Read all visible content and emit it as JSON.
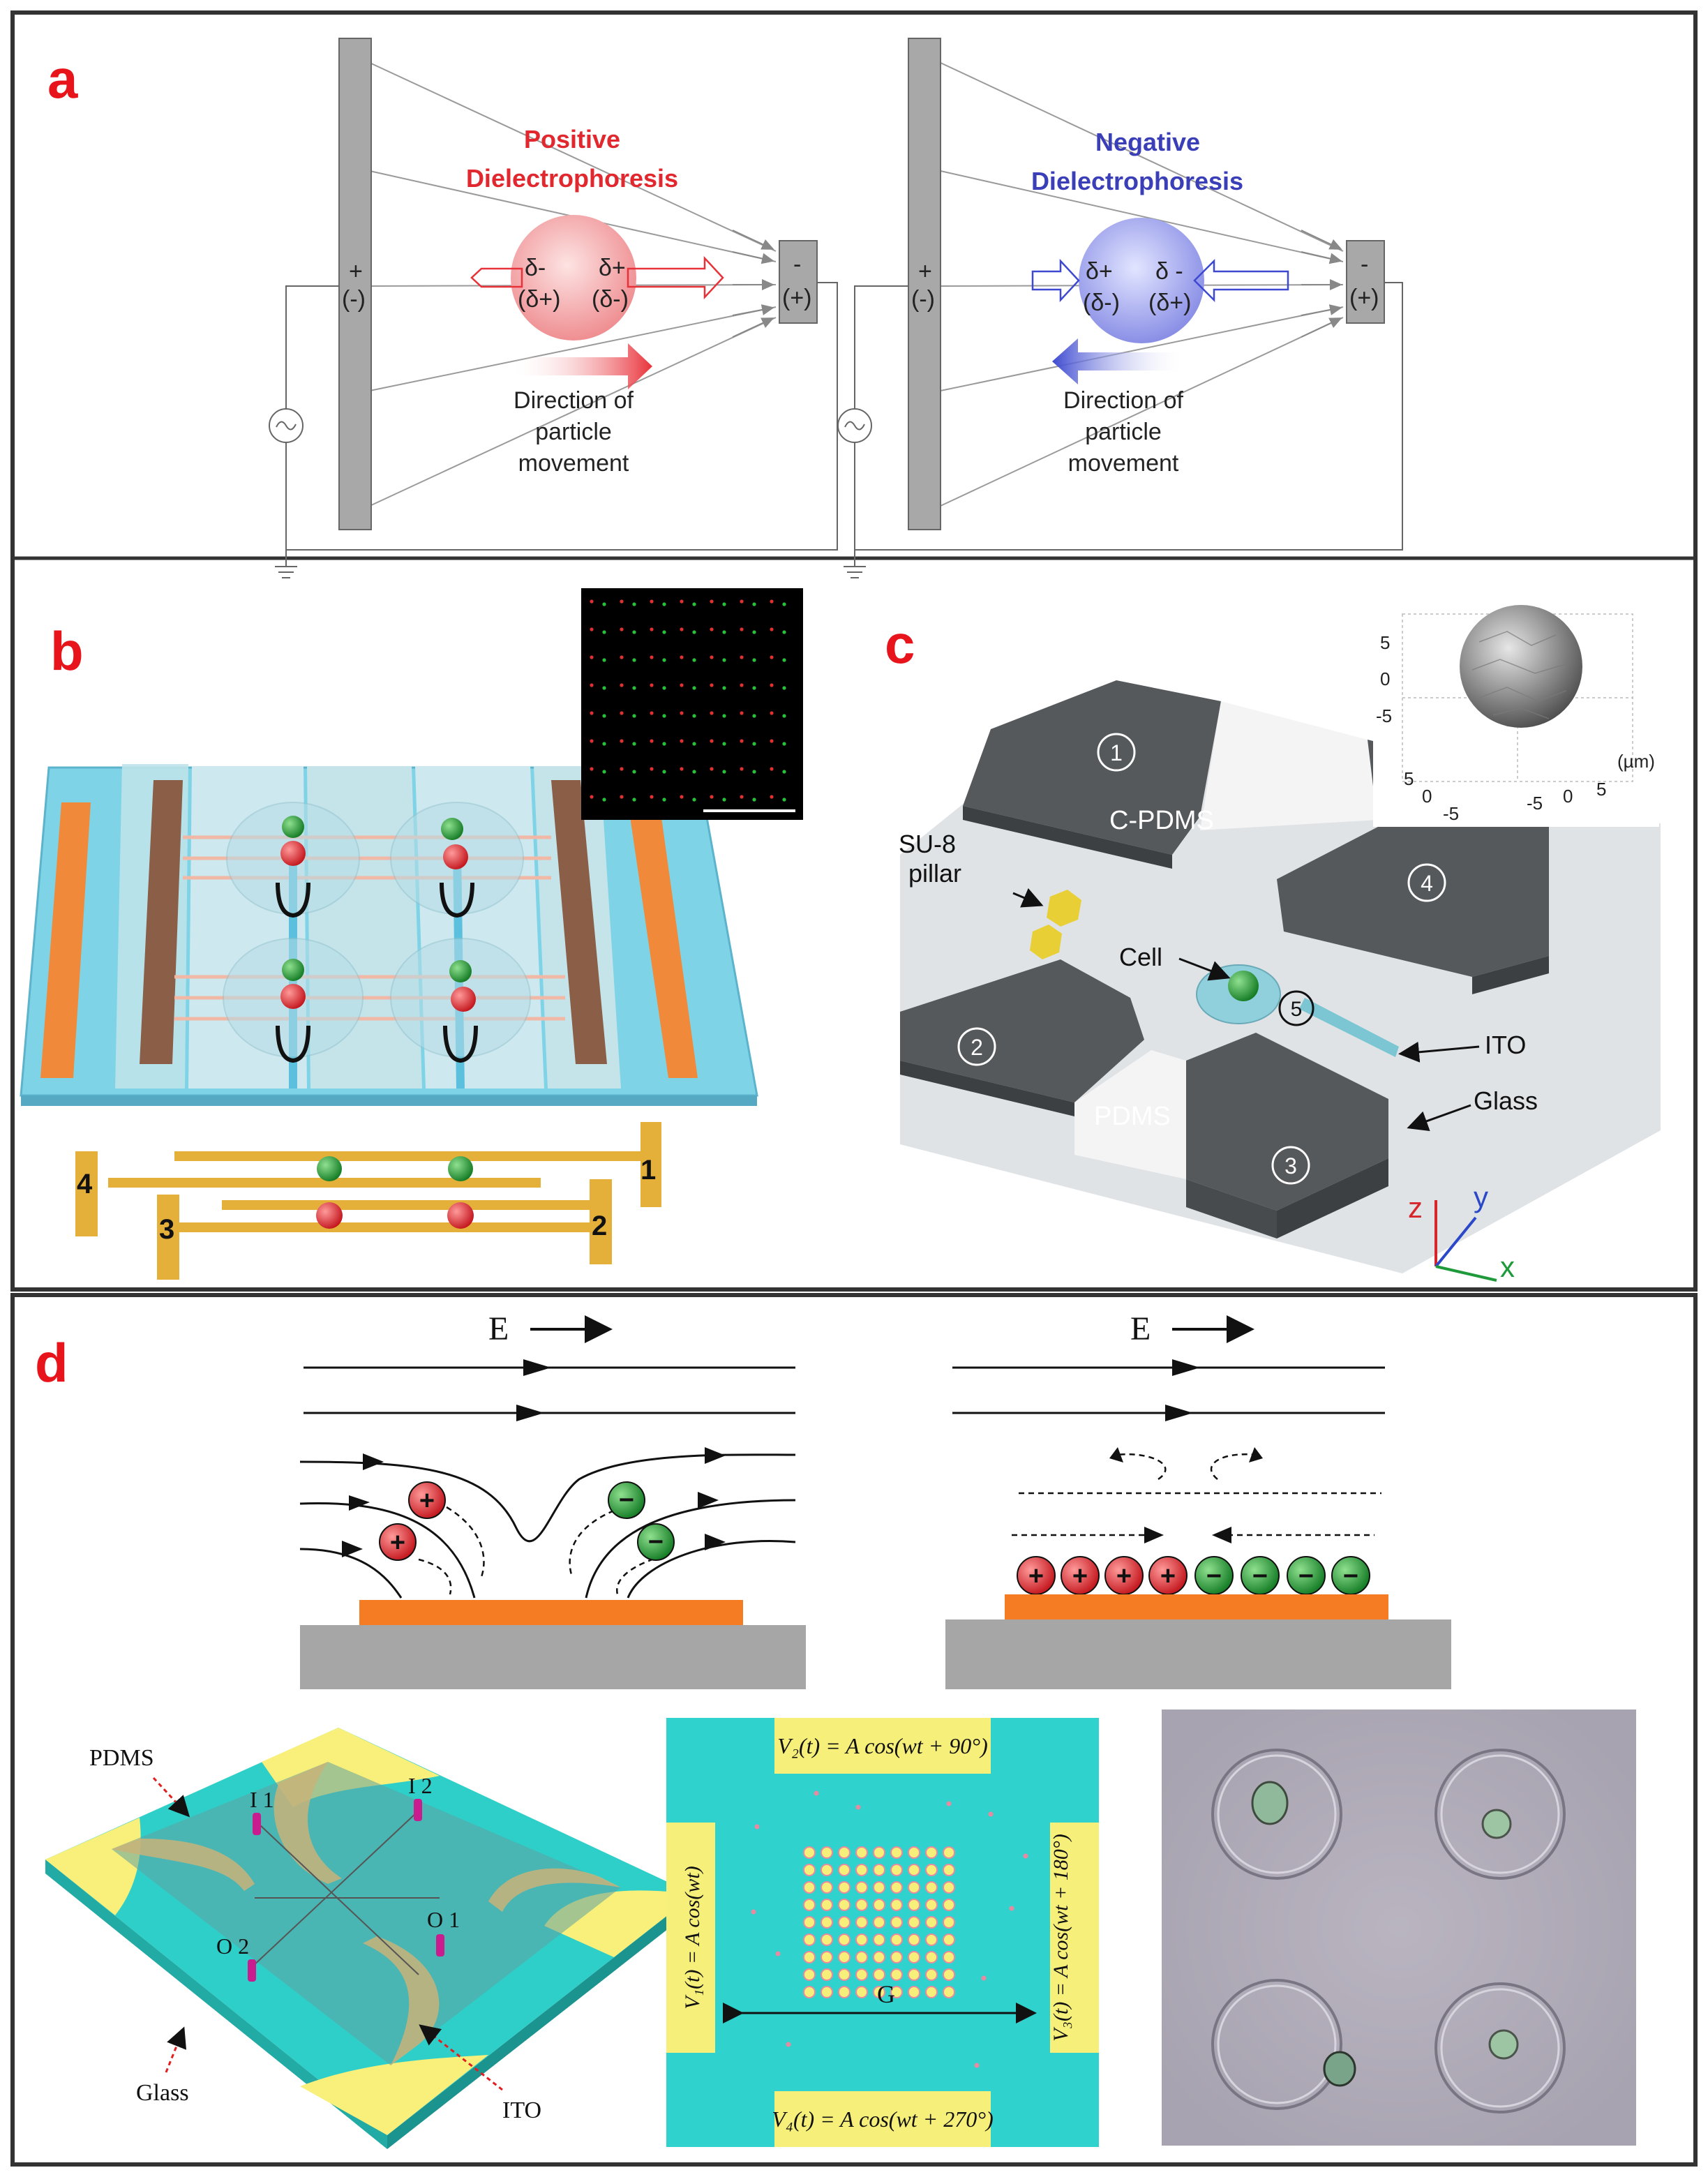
{
  "panels": {
    "a": {
      "letter": "a",
      "left": {
        "title_line1": "Positive",
        "title_line2": "Dielectrophoresis",
        "title_color": "#e0282e",
        "electrode_big": "+",
        "electrode_big_sub": "(-)",
        "electrode_small": "-",
        "electrode_small_sub": "(+)",
        "particle_left": "δ-",
        "particle_left_sub": "(δ+)",
        "particle_right": "δ+",
        "particle_right_sub": "(δ-)",
        "caption": [
          "Direction of",
          "particle",
          "movement"
        ]
      },
      "right": {
        "title_line1": "Negative",
        "title_line2": "Dielectrophoresis",
        "title_color": "#3a3fb8",
        "electrode_big": "+",
        "electrode_big_sub": "(-)",
        "electrode_small": "-",
        "electrode_small_sub": "(+)",
        "particle_left": "δ+",
        "particle_left_sub": "(δ-)",
        "particle_right": "δ -",
        "particle_right_sub": "(δ+)",
        "caption": [
          "Direction of",
          "particle",
          "movement"
        ]
      }
    },
    "b": {
      "letter": "b",
      "electrode_labels": [
        "1",
        "2",
        "3",
        "4"
      ]
    },
    "c": {
      "letter": "c",
      "labels": {
        "cpdms": "C-PDMS",
        "su8_line1": "SU-8",
        "su8_line2": "pillar",
        "cell": "Cell",
        "ito": "ITO",
        "glass": "Glass",
        "pdms": "PDMS",
        "axis_z": "z",
        "axis_y": "y",
        "axis_x": "x",
        "unit": "(µm)"
      },
      "numbers": [
        "1",
        "2",
        "3",
        "4",
        "5"
      ],
      "inset_ticks_z": [
        "5",
        "0",
        "-5"
      ],
      "inset_ticks_a": [
        "5",
        "0",
        "-5"
      ],
      "inset_ticks_b": [
        "-5",
        "0",
        "5"
      ]
    },
    "d": {
      "letter": "d",
      "field_label": "E",
      "plus": "+",
      "minus": "−",
      "chip": {
        "pdms": "PDMS",
        "glass": "Glass",
        "ito": "ITO",
        "i1": "I 1",
        "i2": "I 2",
        "o1": "O 1",
        "o2": "O 2"
      },
      "voltages": {
        "v2": "V₂(t) = A cos(wt + 90°)",
        "v1": "V₁(t) = A cos(wt)",
        "v3": "V₃(t) = A cos(wt + 180°)",
        "v4": "V₄(t) = A cos(wt + 270°)",
        "gap": "G"
      }
    }
  },
  "colors": {
    "letter": "#e8141b",
    "electrode_orange": "#f08a3a",
    "electrode_brown": "#8b5e48",
    "gold": "#e5b03a",
    "cyan": "#1ecdc8",
    "yellow": "#f6f07a",
    "dark_block": "#55595c"
  }
}
